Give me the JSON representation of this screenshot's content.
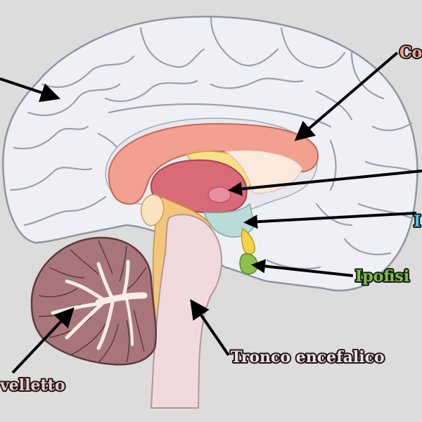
{
  "labels": {
    "cerebro": "",
    "corpo_calloso": "Co",
    "talamo": "",
    "ipotalamo": "I",
    "ipofisi": "Ipofisi",
    "tronco": "Tronco encefalico",
    "cervelletto": "velletto"
  },
  "colors": {
    "background": "#dcdcdc",
    "cortex": "#eef0f5",
    "corpus_callosum": "#f2a08f",
    "thalamus": "#d96a78",
    "hypothalamus": "#b9dcd9",
    "pituitary": "#8cc04b",
    "brainstem": "#f0dadd",
    "cerebellum": "#a8767a",
    "label_corpo_calloso": "#f6a28e",
    "label_ipotalamo": "#4fc2e6",
    "label_ipofisi": "#7cc243",
    "label_tronco": "#f7dce6",
    "label_cervelletto": "#f0c8c8"
  }
}
